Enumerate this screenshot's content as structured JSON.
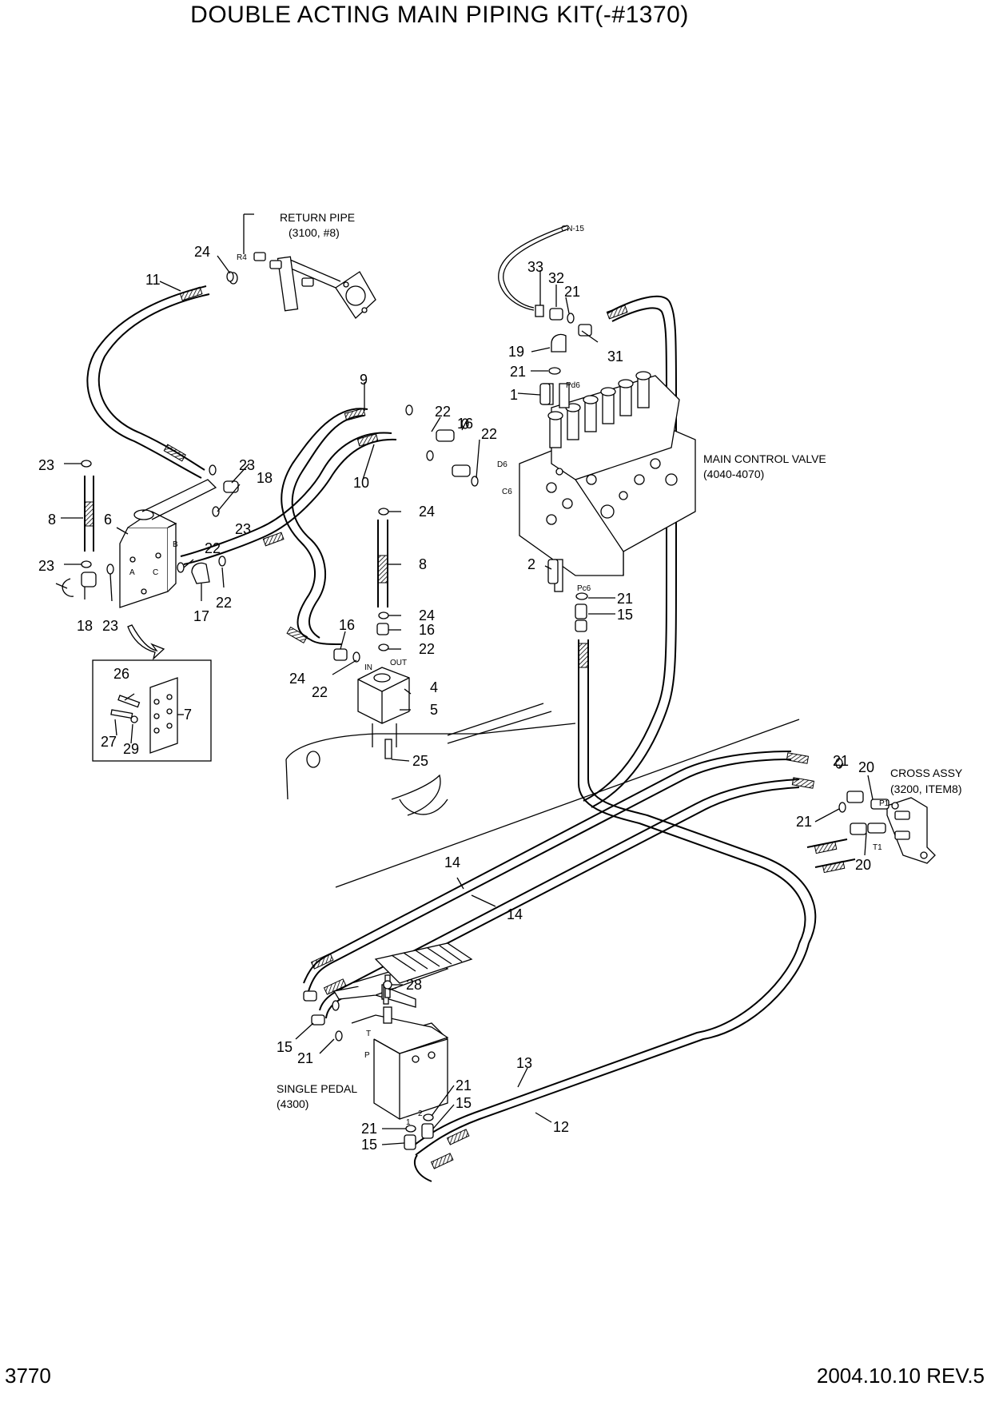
{
  "header": {
    "title": "DOUBLE ACTING MAIN PIPING KIT(-#1370)"
  },
  "footer": {
    "page_number": "3770",
    "revision": "2004.10.10  REV.5"
  },
  "notes": {
    "return_pipe_1": "RETURN PIPE",
    "return_pipe_2": "(3100, #8)",
    "main_valve_1": "MAIN CONTROL VALVE",
    "main_valve_2": "(4040-4070)",
    "cross_assy_1": "CROSS ASSY",
    "cross_assy_2": "(3200, ITEM8)",
    "single_pedal_1": "SINGLE PEDAL",
    "single_pedal_2": "(4300)"
  },
  "port_labels": {
    "cn15": "CN-15",
    "r4": "R4",
    "pd6": "Pd6",
    "pc6": "Pc6",
    "d6": "D6",
    "c6": "C6",
    "a": "A",
    "b": "B",
    "c": "C",
    "in": "IN",
    "out": "OUT",
    "p": "P",
    "t": "T",
    "one": "1",
    "two": "2",
    "p1": "P1",
    "t1": "T1"
  },
  "callouts": [
    "24",
    "11",
    "33",
    "32",
    "21",
    "19",
    "31",
    "21",
    "1",
    "9",
    "22",
    "16",
    "22",
    "23",
    "18",
    "23",
    "8",
    "6",
    "23",
    "22",
    "23",
    "18",
    "23",
    "17",
    "22",
    "10",
    "24",
    "8",
    "24",
    "16",
    "22",
    "2",
    "21",
    "15",
    "16",
    "24",
    "22",
    "4",
    "5",
    "25",
    "26",
    "7",
    "27",
    "29",
    "21",
    "20",
    "21",
    "20",
    "14",
    "14",
    "28",
    "15",
    "21",
    "21",
    "15",
    "13",
    "12",
    "21",
    "15"
  ]
}
